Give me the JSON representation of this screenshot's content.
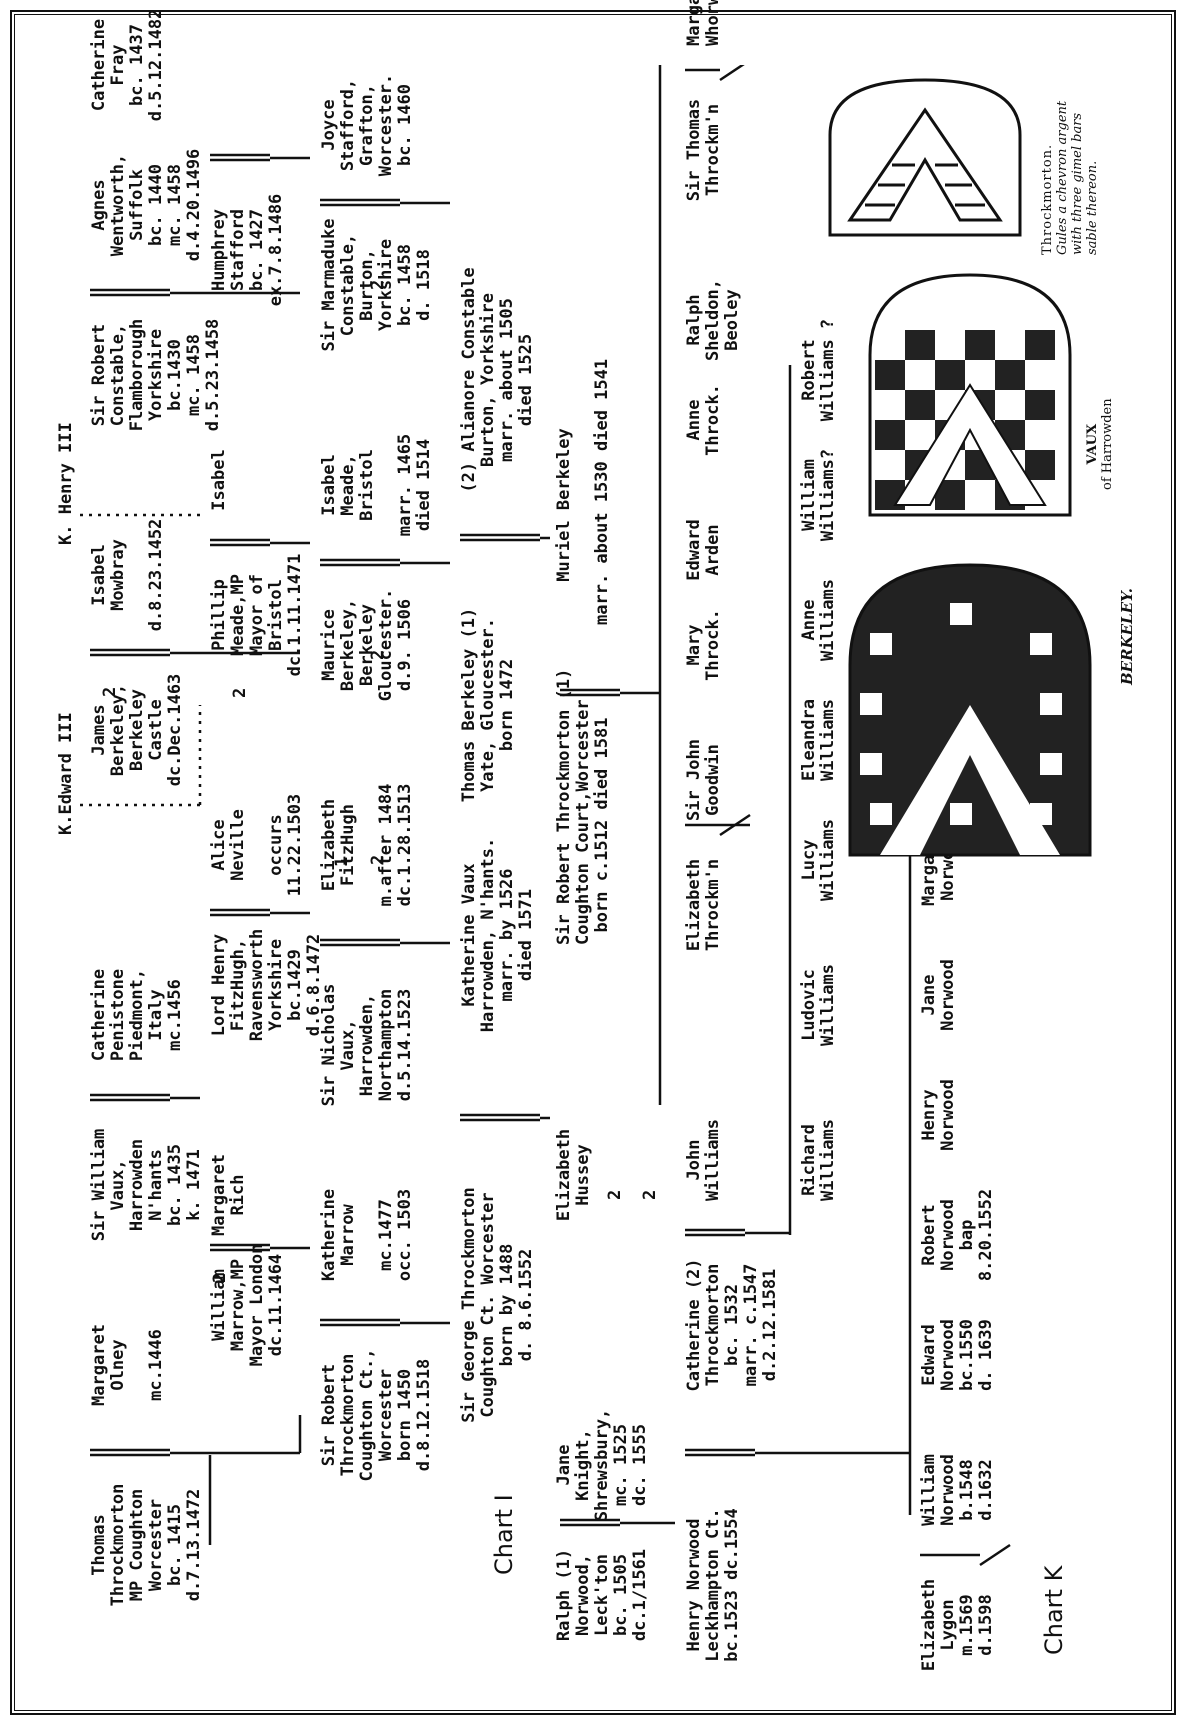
{
  "chart_label": "Chart K",
  "ref_label": "Chart I",
  "kings": {
    "edward": "K.Edward III",
    "henry": "K. Henry III"
  },
  "marks": {
    "two": "2",
    "one": "1"
  },
  "persons": {
    "thomas_t": [
      "Thomas",
      "Throckmorton",
      "MP Coughton",
      "Worcester",
      "bc. 1415",
      "d.7.13.1472"
    ],
    "margaret_olney": [
      "Margaret",
      "Olney",
      "",
      "mc.1446"
    ],
    "william_vaux": [
      "Sir William",
      "Vaux,",
      "Harrowden",
      "N'hants",
      "bc. 1435",
      "k. 1471"
    ],
    "catherine_penistone": [
      "Catherine",
      "Penistone",
      "Piedmont,",
      "Italy",
      "mc.1456"
    ],
    "james_berkeley": [
      "James",
      "Berkeley,",
      "Berkeley",
      "Castle",
      "dc.Dec.1463"
    ],
    "isabel_mowbray": [
      "Isabel",
      "Mowbray",
      "",
      "d.8.23.1452"
    ],
    "robert_constable": [
      "Sir Robert",
      "Constable,",
      "Flamborough",
      "Yorkshire",
      "bc.1430",
      "mc. 1458",
      "d.5.23.1458"
    ],
    "agnes_wentworth": [
      "Agnes",
      "Wentworth,",
      "Suffolk",
      "bc. 1440",
      "mc. 1458",
      "d.4.20.1496"
    ],
    "catherine_fray": [
      "Catherine",
      "Fray",
      "bc. 1437",
      "d.5.12.1482"
    ],
    "william_marrow": [
      "William",
      "Marrow,MP",
      "Mayor London",
      "dc.11.1464"
    ],
    "margaret_rich": [
      "Margaret",
      "Rich"
    ],
    "henry_fitzhugh": [
      "Lord Henry",
      "FitzHugh,",
      "Ravensworth",
      "Yorkshire",
      "bc.1429",
      "d.6.8.1472"
    ],
    "alice_neville": [
      "Alice",
      "Neville",
      "",
      "occurs",
      "11.22.1503"
    ],
    "phillip_meade": [
      "Phillip",
      "Meade,MP",
      "Mayor of",
      "Bristol",
      "dc.1.11.1471"
    ],
    "isabel": [
      "Isabel"
    ],
    "humphrey_stafford": [
      "Humphrey",
      "Stafford",
      "bc. 1427",
      "ex.7.8.1486"
    ],
    "robert_t": [
      "Sir Robert",
      "Throckmorton",
      "Coughton Ct.,",
      "Worcester",
      "born 1450",
      "d.8.12.1518"
    ],
    "katherine_marrow": [
      "Katherine",
      "Marrow",
      "",
      "mc.1477",
      "occ. 1503"
    ],
    "nicholas_vaux": [
      "Sir Nicholas",
      "Vaux,",
      "Harrowden,",
      "Northampton",
      "d.5.14.1523"
    ],
    "elizabeth_fitzhugh": [
      "Elizabeth",
      "FitzHugh",
      "",
      "m.after 1484",
      "dc.1.28.1513"
    ],
    "maurice_berkeley": [
      "Maurice",
      "Berkeley,",
      "Berkeley",
      "Gloucester.",
      "d.9.  1506"
    ],
    "isabel_meade": [
      "Isabel",
      "Meade,",
      "Bristol",
      "",
      "marr. 1465",
      "died 1514"
    ],
    "marmaduke_constable": [
      "Sir Marmaduke",
      "Constable,",
      "Burton,",
      "Yorkshire",
      "bc. 1458",
      "d.   1518"
    ],
    "joyce_stafford": [
      "Joyce",
      "Stafford,",
      "Grafton,",
      "Worcester.",
      "bc. 1460"
    ],
    "george_t": [
      "Sir George Throckmorton",
      "Coughton Ct. Worcester",
      "born by 1488",
      "d. 8.6.1552"
    ],
    "katherine_vaux": [
      "Katherine Vaux",
      "Harrowden, N'hants.",
      "marr. by 1526",
      "died 1571"
    ],
    "thomas_berkeley": [
      "Thomas Berkeley (1)",
      "Yate, Gloucester.",
      "born 1472"
    ],
    "alianore_constable": [
      "(2) Alianore Constable",
      "Burton, Yorkshire",
      "marr. about 1505",
      "died 1525"
    ],
    "jane_knight": [
      "Jane",
      "Knight,",
      "Shrewsbury,",
      "mc. 1525",
      "dc. 1555"
    ],
    "elizabeth_hussey": [
      "Elizabeth",
      "Hussey"
    ],
    "robert_t2": [
      "Sir Robert Throckmorton (1)",
      "Coughton Court,Worcester",
      "born c.1512  died 1581"
    ],
    "muriel_berkeley": [
      "Muriel  Berkeley",
      "",
      "marr. about 1530  died 1541"
    ],
    "ralph_norwood": [
      "Ralph (1)",
      "Norwood,",
      "Leck'ton",
      "bc. 1505",
      "dc.1/1561"
    ],
    "henry_norwood": [
      "Henry  Norwood",
      "Leckhampton Ct.",
      "bc.1523 dc.1554"
    ],
    "catherine_t": [
      "Catherine (2)",
      "Throckmorton",
      "bc. 1532",
      "marr. c.1547",
      "d.2.12.1581"
    ],
    "john_williams": [
      "John",
      "Williams"
    ],
    "elizabeth_t": [
      "Elizabeth",
      "Throckm'n"
    ],
    "john_goodwin": [
      "Sir John",
      "Goodwin"
    ],
    "mary_t": [
      "Mary",
      "Throck."
    ],
    "edward_arden": [
      "Edward",
      "Arden"
    ],
    "anne_t": [
      "Anne",
      "Throck."
    ],
    "ralph_sheldon": [
      "Ralph",
      "Sheldon,",
      "Beoley"
    ],
    "thomas_t2": [
      "Sir Thomas",
      "Throckm'n"
    ],
    "margaret_whorwood": [
      "Margaret",
      "Whorwood"
    ],
    "richard_w": [
      "Richard",
      "Williams"
    ],
    "ludovic_w": [
      "Ludovic",
      "Williams"
    ],
    "lucy_w": [
      "Lucy",
      "Williams"
    ],
    "eleandra_w": [
      "Eleandra",
      "Williams"
    ],
    "anne_w": [
      "Anne",
      "Williams"
    ],
    "william_w": [
      "William",
      "Williams?"
    ],
    "robert_w": [
      "Robert",
      "Williams ?"
    ],
    "elizabeth_lygon": [
      "Elizabeth",
      "Lygon",
      "m.1569",
      "d.1598"
    ],
    "william_norwood": [
      "William",
      "Norwood",
      "b.1548",
      "d.1632"
    ],
    "edward_norwood": [
      "Edward",
      "Norwood",
      "bc.1550",
      "d. 1639"
    ],
    "robert_norwood": [
      "Robert",
      "Norwood",
      "bap",
      "8.20.1552"
    ],
    "henry_norwood2": [
      "Henry",
      "Norwood"
    ],
    "jane_norwood": [
      "Jane",
      "Norwood"
    ],
    "margaret_norwood": [
      "Margaret",
      "Norwood"
    ]
  },
  "arms": {
    "berkeley": {
      "caption": "BERKELEY."
    },
    "vaux": {
      "caption_1": "VAUX",
      "caption_2": "of Harrowden"
    },
    "throckmorton": {
      "caption": "Throckmorton.",
      "blazon": [
        "Gules a chevron argent",
        "with three gimel bars",
        "sable thereon."
      ]
    }
  },
  "colors": {
    "ink": "#111111",
    "paper": "#ffffff"
  }
}
